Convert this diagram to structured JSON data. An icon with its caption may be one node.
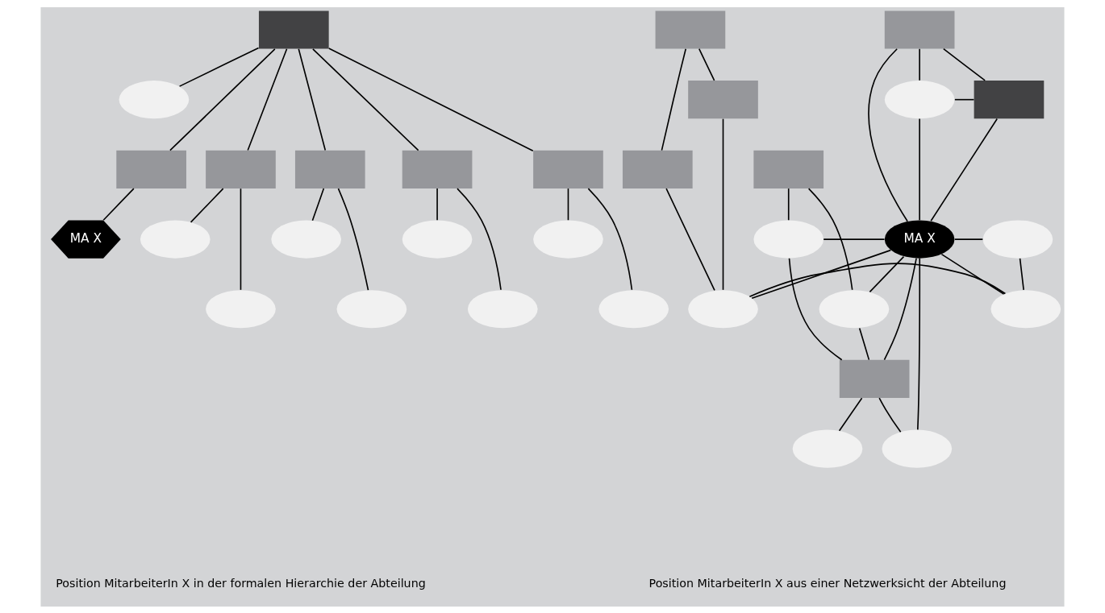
{
  "diagram": {
    "nodes": [
      {
        "text": [],
        "shape": "box"
      },
      {
        "text": [],
        "shape": "ellipse"
      },
      {
        "text": [],
        "shape": "box"
      },
      {
        "text": [],
        "shape": "box"
      },
      {
        "text": [],
        "shape": "box"
      },
      {
        "text": [],
        "shape": "box"
      },
      {
        "text": [],
        "shape": "box"
      },
      {
        "text": [],
        "shape": "ellipse"
      },
      {
        "text": [],
        "shape": "ellipse"
      },
      {
        "text": [],
        "shape": "ellipse"
      },
      {
        "text": [],
        "shape": "ellipse"
      },
      {
        "text": [
          "MA X"
        ]
      },
      {
        "text": [],
        "shape": "ellipse"
      },
      {
        "text": [],
        "shape": "ellipse"
      },
      {
        "text": [],
        "shape": "ellipse"
      },
      {
        "text": [],
        "shape": "ellipse"
      },
      {
        "text": [],
        "shape": "box"
      },
      {
        "text": [],
        "shape": "box"
      },
      {
        "text": [],
        "shape": "ellipse"
      },
      {
        "text": [],
        "shape": "box"
      },
      {
        "text": [],
        "shape": "box"
      },
      {
        "text": [],
        "shape": "box"
      },
      {
        "text": [],
        "shape": "box"
      },
      {
        "text": [
          "MA X"
        ]
      },
      {
        "text": [],
        "shape": "ellipse"
      },
      {
        "text": [],
        "shape": "ellipse"
      },
      {
        "text": [],
        "shape": "ellipse"
      },
      {
        "text": [],
        "shape": "ellipse"
      },
      {
        "text": [],
        "shape": "ellipse"
      },
      {
        "text": [],
        "shape": "box"
      },
      {
        "text": [],
        "shape": "ellipse"
      },
      {
        "text": [],
        "shape": "ellipse"
      }
    ],
    "edges": [
      {
        "from": 0,
        "to": 1,
        "arrow": "none"
      },
      {
        "from": 0,
        "to": 2,
        "arrow": "none"
      },
      {
        "from": 0,
        "to": 3,
        "arrow": "none"
      },
      {
        "from": 0,
        "to": 4,
        "arrow": "none"
      },
      {
        "from": 0,
        "to": 5,
        "arrow": "none"
      },
      {
        "from": 0,
        "to": 6,
        "arrow": "none"
      },
      {
        "from": 2,
        "to": 7,
        "arrow": "none"
      },
      {
        "from": 2,
        "to": 8,
        "arrow": "none"
      },
      {
        "from": 3,
        "to": 9,
        "arrow": "none"
      },
      {
        "from": 3,
        "to": 10,
        "arrow": "none"
      },
      {
        "from": 4,
        "to": 11,
        "arrow": "none"
      },
      {
        "from": 5,
        "to": 12,
        "arrow": "none"
      },
      {
        "from": 5,
        "to": 13,
        "arrow": "none"
      },
      {
        "from": 6,
        "to": 14,
        "arrow": "none"
      },
      {
        "from": 6,
        "to": 15,
        "arrow": "none"
      },
      {
        "from": 18,
        "to": 16,
        "arrow": "none"
      },
      {
        "from": 16,
        "to": 17,
        "arrow": "none"
      },
      {
        "from": 18,
        "to": 17,
        "arrow": "none"
      },
      {
        "from": 16,
        "to": 23,
        "arrow": "none"
      },
      {
        "from": 18,
        "to": 23,
        "arrow": "none"
      },
      {
        "from": 17,
        "to": 23,
        "arrow": "none"
      },
      {
        "from": 20,
        "to": 19,
        "arrow": "none"
      },
      {
        "from": 20,
        "to": 22,
        "arrow": "none"
      },
      {
        "from": 19,
        "to": 27,
        "arrow": "none"
      },
      {
        "from": 22,
        "to": 27,
        "arrow": "none"
      },
      {
        "from": 21,
        "to": 24,
        "arrow": "none"
      },
      {
        "from": 21,
        "to": 25,
        "arrow": "none"
      },
      {
        "from": 24,
        "to": 23,
        "arrow": "none"
      },
      {
        "from": 25,
        "to": 23,
        "arrow": "none"
      },
      {
        "from": 23,
        "to": 26,
        "arrow": "none"
      },
      {
        "from": 23,
        "to": 27,
        "arrow": "none"
      },
      {
        "from": 23,
        "to": 28,
        "arrow": "none"
      },
      {
        "from": 26,
        "to": 28,
        "arrow": "none"
      },
      {
        "from": 27,
        "to": 28,
        "arrow": "none"
      },
      {
        "from": 24,
        "to": 29,
        "arrow": "none"
      },
      {
        "from": 25,
        "to": 29,
        "arrow": "none"
      },
      {
        "from": 29,
        "to": 23,
        "arrow": "none"
      },
      {
        "from": 29,
        "to": 30,
        "arrow": "none"
      },
      {
        "from": 29,
        "to": 31,
        "arrow": "none"
      },
      {
        "from": 31,
        "to": 23,
        "arrow": "none"
      }
    ],
    "labels": [
      "Position MitarbeiterIn X in der formalen Hierarchie der Abteilung",
      "Position MitarbeiterIn X aus einer Netzwerksicht der Abteilung"
    ]
  }
}
